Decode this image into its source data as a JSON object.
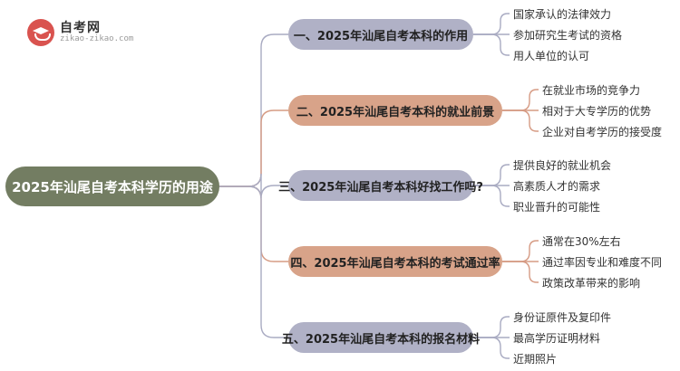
{
  "logo": {
    "title": "自考网",
    "subtitle": "zikao-zikao.com",
    "icon": "graduation-cap-icon"
  },
  "root": {
    "label": "2025年汕尾自考本科学历的用途"
  },
  "colors": {
    "root": "#737d62",
    "purple": "#b0b1c6",
    "orange": "#d8a389",
    "line_purple": "#a9abc2",
    "line_orange": "#d69b84"
  },
  "branches": [
    {
      "label": "一、2025年汕尾自考本科的作用",
      "theme": "purple",
      "children": [
        "国家承认的法律效力",
        "参加研究生考试的资格",
        "用人单位的认可"
      ]
    },
    {
      "label": "二、2025年汕尾自考本科的就业前景",
      "theme": "orange",
      "children": [
        "在就业市场的竞争力",
        "相对于大专学历的优势",
        "企业对自考学历的接受度"
      ]
    },
    {
      "label": "三、2025年汕尾自考本科好找工作吗?",
      "theme": "purple",
      "children": [
        "提供良好的就业机会",
        "高素质人才的需求",
        "职业晋升的可能性"
      ]
    },
    {
      "label": "四、2025年汕尾自考本科的考试通过率",
      "theme": "orange",
      "children": [
        "通常在30%左右",
        "通过率因专业和难度不同",
        "政策改革带来的影响"
      ]
    },
    {
      "label": "五、2025年汕尾自考本科的报名材料",
      "theme": "purple",
      "children": [
        "身份证原件及复印件",
        "最高学历证明材料",
        "近期照片"
      ]
    }
  ]
}
